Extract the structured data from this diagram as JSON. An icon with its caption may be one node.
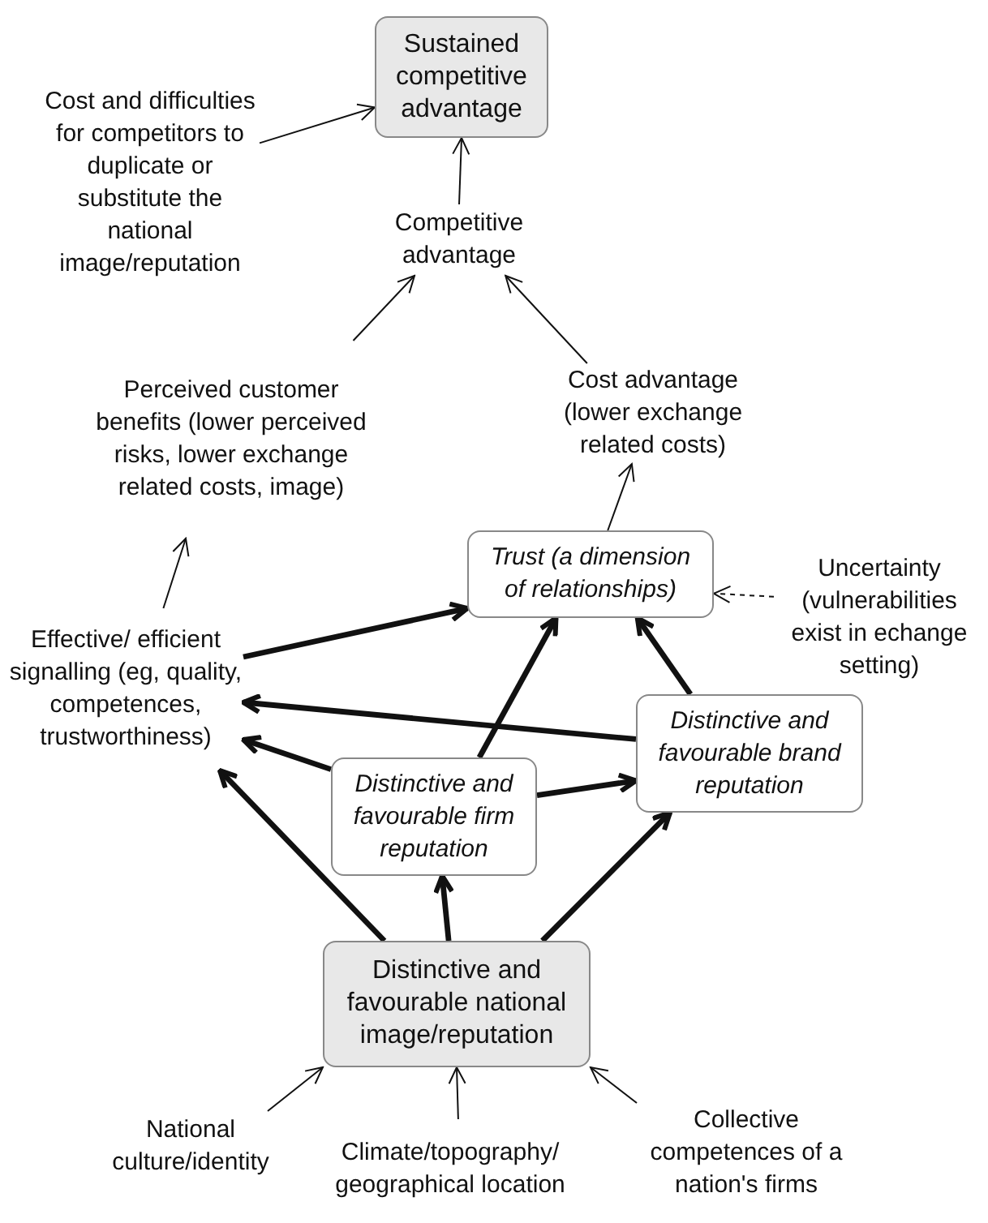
{
  "diagram": {
    "nodes": [
      {
        "text": [
          "Sustained competitive advantage"
        ]
      },
      {
        "text": [
          "Cost and difficulties for competitors to duplicate or substitute the national image/reputation"
        ]
      },
      {
        "text": [
          "Competitive advantage"
        ]
      },
      {
        "text": [
          "Perceived customer benefits (lower perceived risks, lower exchange related costs, image)"
        ]
      },
      {
        "text": [
          "Cost advantage (lower exchange related costs)"
        ]
      },
      {
        "text": [
          "Effective/ efficient signalling (eg, quality, competences, trustworthiness)"
        ]
      },
      {
        "text": [
          "Trust (a dimension of relationships)"
        ]
      },
      {
        "text": [
          "Uncertainty (vulnerabilities exist in echange setting)"
        ]
      },
      {
        "text": [
          "Distinctive and favourable brand reputation"
        ]
      },
      {
        "text": [
          "Distinctive and favourable firm reputation"
        ]
      },
      {
        "text": [
          "Distinctive and favourable national image/reputation"
        ]
      },
      {
        "text": [
          "National culture/identity"
        ]
      },
      {
        "text": [
          "Climate/topography/ geographical location"
        ]
      },
      {
        "text": [
          "Collective competences of a nation's firms"
        ]
      }
    ],
    "edges": [
      {
        "from": 1,
        "to": 0,
        "arrow": "to"
      },
      {
        "from": 2,
        "to": 0,
        "arrow": "to"
      },
      {
        "from": 3,
        "to": 2,
        "arrow": "to"
      },
      {
        "from": 4,
        "to": 2,
        "arrow": "to"
      },
      {
        "from": 5,
        "to": 3,
        "arrow": "to"
      },
      {
        "from": 6,
        "to": 4,
        "arrow": "to"
      },
      {
        "from": 7,
        "to": 6,
        "arrow": "to",
        "style": "dashed"
      },
      {
        "from": 5,
        "to": 6,
        "arrow": "to",
        "style": "thick"
      },
      {
        "from": 8,
        "to": 5,
        "arrow": "to",
        "style": "thick"
      },
      {
        "from": 9,
        "to": 5,
        "arrow": "to",
        "style": "thick"
      },
      {
        "from": 9,
        "to": 6,
        "arrow": "to",
        "style": "thick"
      },
      {
        "from": 9,
        "to": 8,
        "arrow": "to",
        "style": "thick"
      },
      {
        "from": 8,
        "to": 6,
        "arrow": "to",
        "style": "thick"
      },
      {
        "from": 10,
        "to": 5,
        "arrow": "to",
        "style": "thick"
      },
      {
        "from": 10,
        "to": 9,
        "arrow": "to",
        "style": "thick"
      },
      {
        "from": 10,
        "to": 8,
        "arrow": "to",
        "style": "thick"
      },
      {
        "from": 11,
        "to": 10,
        "arrow": "to"
      },
      {
        "from": 12,
        "to": 10,
        "arrow": "to"
      },
      {
        "from": 13,
        "to": 10,
        "arrow": "to"
      }
    ]
  }
}
